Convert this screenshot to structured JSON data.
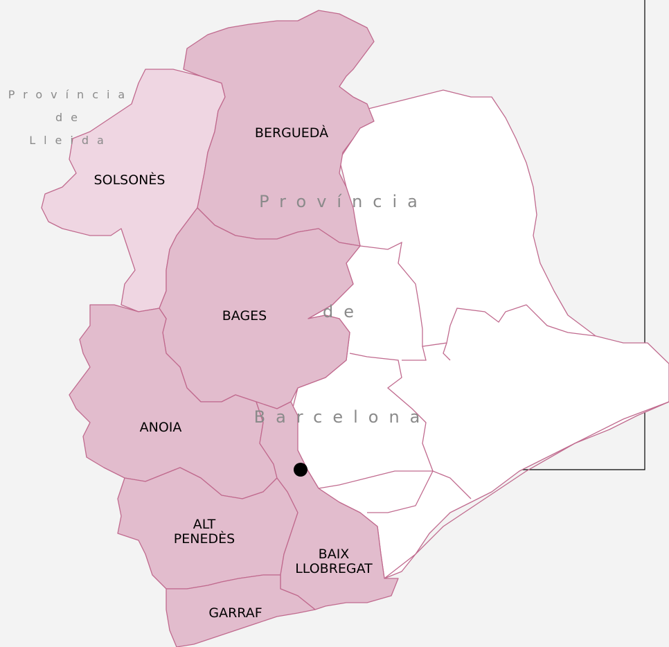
{
  "colors": {
    "background": "#f3f3f3",
    "highlight_region": "#e2bccd",
    "light_region": "#efd6e2",
    "other_region": "#ffffff",
    "border": "#c06a8e",
    "text": "#000000",
    "province_text": "#8a8a8a"
  },
  "province_labels": {
    "barcelona": [
      "Província",
      "de",
      "Barcelona"
    ],
    "lleida": [
      "Província",
      "de",
      "Lleida"
    ]
  },
  "regions": [
    {
      "id": "bergueda",
      "label_lines": [
        "BERGUEDÀ"
      ],
      "highlighted": true
    },
    {
      "id": "solsones",
      "label_lines": [
        "SOLSONÈS"
      ],
      "highlighted": false,
      "province": "Lleida"
    },
    {
      "id": "bages",
      "label_lines": [
        "BAGES"
      ],
      "highlighted": true
    },
    {
      "id": "anoia",
      "label_lines": [
        "ANOIA"
      ],
      "highlighted": true
    },
    {
      "id": "alt-penedes",
      "label_lines": [
        "ALT",
        "PENEDÈS"
      ],
      "highlighted": true
    },
    {
      "id": "baix-llobregat",
      "label_lines": [
        "BAIX",
        "LLOBREGAT"
      ],
      "highlighted": true
    },
    {
      "id": "garraf",
      "label_lines": [
        "GARRAF"
      ],
      "highlighted": true
    }
  ],
  "marker": {
    "icon": "location-dot-icon"
  }
}
